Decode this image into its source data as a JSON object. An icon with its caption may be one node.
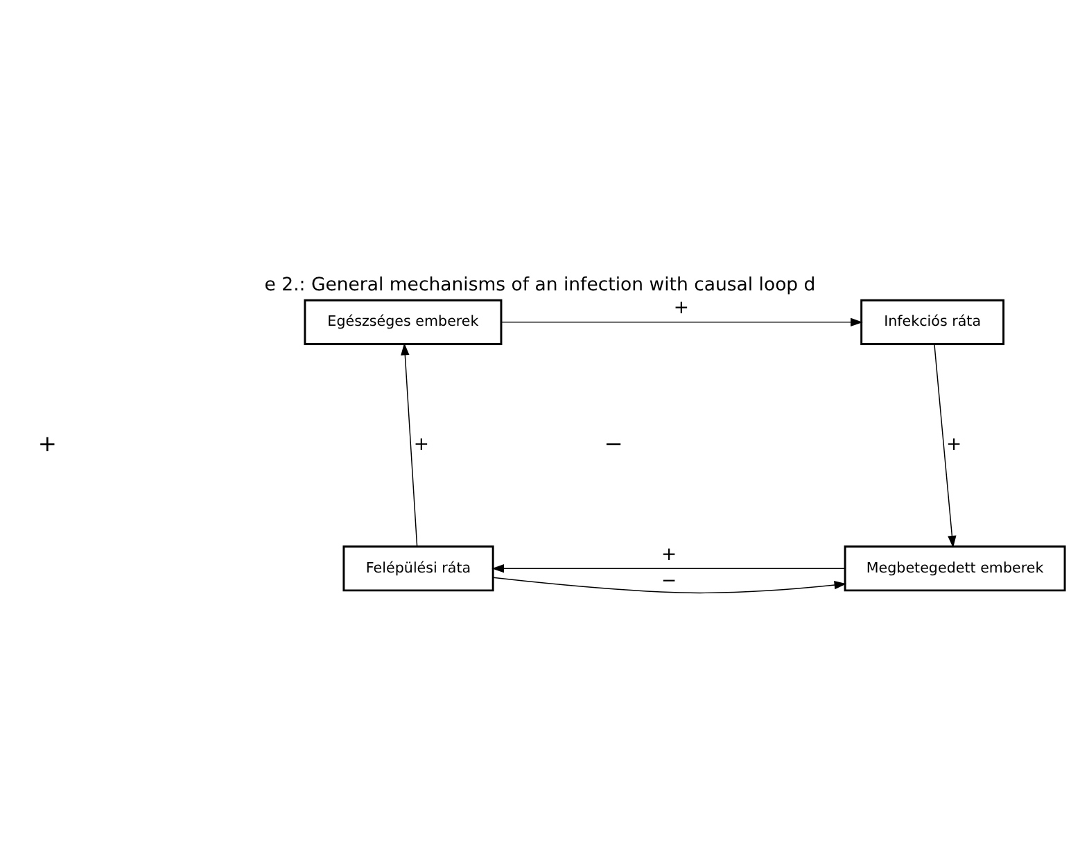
{
  "diagram": {
    "title": "e 2.: General mechanisms of an infection with causal loop d",
    "nodes": [
      {
        "text": [
          "Egészséges emberek"
        ]
      },
      {
        "text": [
          "Infekciós ráta"
        ]
      },
      {
        "text": [
          "Felépülési ráta"
        ]
      },
      {
        "text": [
          "Megbetegedett emberek"
        ]
      }
    ],
    "edges": [
      {
        "from": 0,
        "to": 1,
        "arrow": "to",
        "label": "+"
      },
      {
        "from": 1,
        "to": 3,
        "arrow": "to",
        "label": "+"
      },
      {
        "from": 3,
        "to": 2,
        "arrow": "to",
        "label": "+"
      },
      {
        "from": 2,
        "to": 0,
        "arrow": "to",
        "label": "+"
      },
      {
        "from": 2,
        "to": 3,
        "arrow": "to",
        "label": "−"
      }
    ],
    "labels": [
      "+",
      "−"
    ]
  }
}
